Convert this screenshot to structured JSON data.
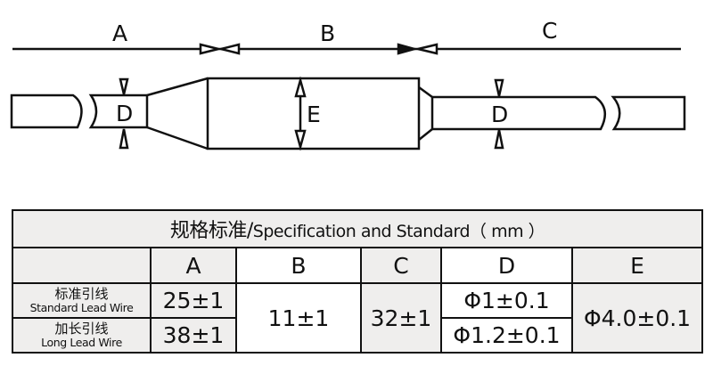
{
  "diagram": {
    "dimension_labels": {
      "a": "A",
      "b": "B",
      "c": "C",
      "d": "D",
      "e": "E"
    }
  },
  "table": {
    "title_cn": "规格标准/",
    "title_en": "Specification and Standard（ mm ）",
    "headers": [
      "",
      "A",
      "B",
      "C",
      "D",
      "E"
    ],
    "rows": [
      {
        "label_cn": "标准引线",
        "label_en": "Standard Lead Wire",
        "a": "25±1",
        "d": "Φ1±0.1"
      },
      {
        "label_cn": "加长引线",
        "label_en": "Long Lead Wire",
        "a": "38±1",
        "d": "Φ1.2±0.1"
      }
    ],
    "b": "11±1",
    "c": "32±1",
    "e": "Φ4.0±0.1"
  }
}
